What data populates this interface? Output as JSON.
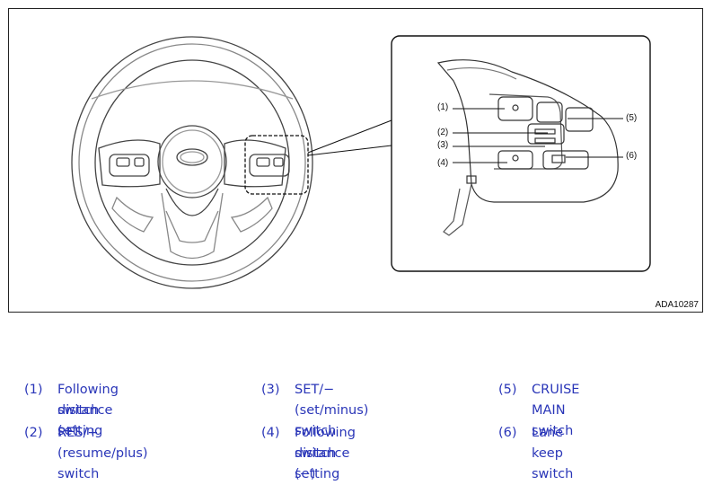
{
  "figure": {
    "id": "ADA10287",
    "callouts": [
      "(1)",
      "(2)",
      "(3)",
      "(4)",
      "(5)",
      "(6)"
    ]
  },
  "legend": [
    {
      "num": "(1)",
      "text_line1": "Following distance setting",
      "text_line2": "switch (+)"
    },
    {
      "num": "(2)",
      "text_line1": "RES/+ (resume/plus) switch",
      "text_line2": ""
    },
    {
      "num": "(3)",
      "text_line1": "SET/− (set/minus) switch",
      "text_line2": ""
    },
    {
      "num": "(4)",
      "text_line1": "Following distance setting",
      "text_line2": "switch (−)"
    },
    {
      "num": "(5)",
      "text_line1": "CRUISE MAIN switch",
      "text_line2": ""
    },
    {
      "num": "(6)",
      "text_line1": "Lane keep switch",
      "text_line2": ""
    }
  ],
  "colors": {
    "legend_text": "#2a36b8",
    "line": "#222222"
  }
}
